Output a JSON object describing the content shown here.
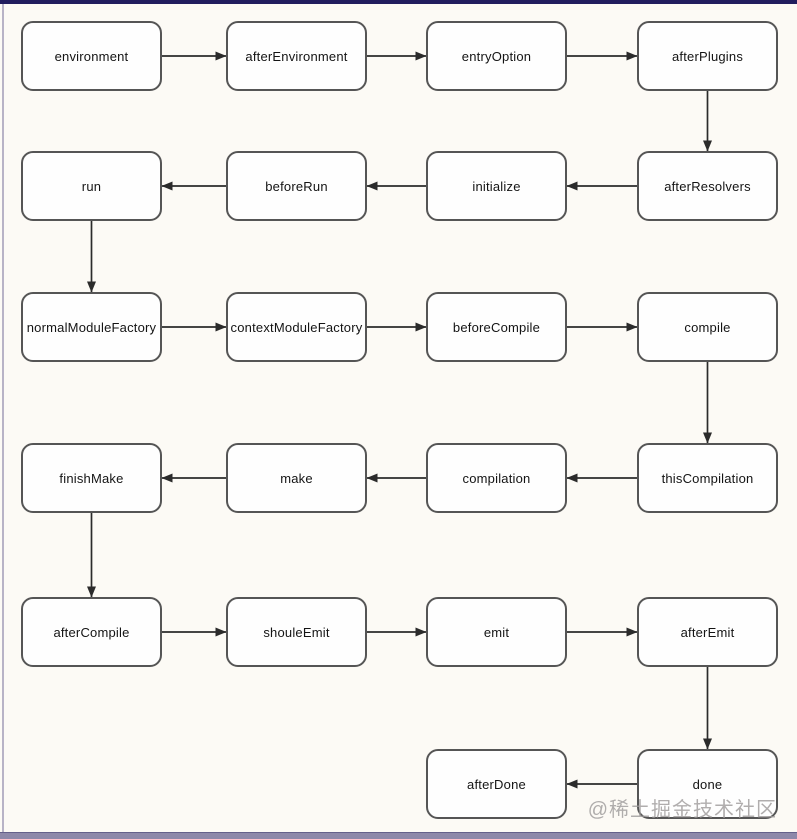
{
  "page": {
    "watermark": "@稀土掘金技术社区",
    "colors": {
      "background": "#fcfaf5",
      "top_bar": "#211d5e",
      "bottom_bar": "#8d88a9",
      "left_line": "#b8b3c6",
      "node_fill": "#fefefe",
      "node_border": "#555555",
      "edge": "#2b2b2b",
      "watermark": "#9d9a9a"
    }
  },
  "diagram": {
    "nodes": [
      {
        "id": "environment",
        "label": "environment",
        "col": 0,
        "row": 0
      },
      {
        "id": "afterEnvironment",
        "label": "afterEnvironment",
        "col": 1,
        "row": 0
      },
      {
        "id": "entryOption",
        "label": "entryOption",
        "col": 2,
        "row": 0
      },
      {
        "id": "afterPlugins",
        "label": "afterPlugins",
        "col": 3,
        "row": 0
      },
      {
        "id": "run",
        "label": "run",
        "col": 0,
        "row": 1
      },
      {
        "id": "beforeRun",
        "label": "beforeRun",
        "col": 1,
        "row": 1
      },
      {
        "id": "initialize",
        "label": "initialize",
        "col": 2,
        "row": 1
      },
      {
        "id": "afterResolvers",
        "label": "afterResolvers",
        "col": 3,
        "row": 1
      },
      {
        "id": "normalModuleFactory",
        "label": "normalModuleFactory",
        "col": 0,
        "row": 2
      },
      {
        "id": "contextModuleFactory",
        "label": "contextModuleFactory",
        "col": 1,
        "row": 2
      },
      {
        "id": "beforeCompile",
        "label": "beforeCompile",
        "col": 2,
        "row": 2
      },
      {
        "id": "compile",
        "label": "compile",
        "col": 3,
        "row": 2
      },
      {
        "id": "finishMake",
        "label": "finishMake",
        "col": 0,
        "row": 3
      },
      {
        "id": "make",
        "label": "make",
        "col": 1,
        "row": 3
      },
      {
        "id": "compilation",
        "label": "compilation",
        "col": 2,
        "row": 3
      },
      {
        "id": "thisCompilation",
        "label": "thisCompilation",
        "col": 3,
        "row": 3
      },
      {
        "id": "afterCompile",
        "label": "afterCompile",
        "col": 0,
        "row": 4
      },
      {
        "id": "shouleEmit",
        "label": "shouleEmit",
        "col": 1,
        "row": 4
      },
      {
        "id": "emit",
        "label": "emit",
        "col": 2,
        "row": 4
      },
      {
        "id": "afterEmit",
        "label": "afterEmit",
        "col": 3,
        "row": 4
      },
      {
        "id": "afterDone",
        "label": "afterDone",
        "col": 2,
        "row": 5
      },
      {
        "id": "done",
        "label": "done",
        "col": 3,
        "row": 5
      }
    ],
    "edges": [
      {
        "from": "environment",
        "to": "afterEnvironment"
      },
      {
        "from": "afterEnvironment",
        "to": "entryOption"
      },
      {
        "from": "entryOption",
        "to": "afterPlugins"
      },
      {
        "from": "afterPlugins",
        "to": "afterResolvers"
      },
      {
        "from": "afterResolvers",
        "to": "initialize"
      },
      {
        "from": "initialize",
        "to": "beforeRun"
      },
      {
        "from": "beforeRun",
        "to": "run"
      },
      {
        "from": "run",
        "to": "normalModuleFactory"
      },
      {
        "from": "normalModuleFactory",
        "to": "contextModuleFactory"
      },
      {
        "from": "contextModuleFactory",
        "to": "beforeCompile"
      },
      {
        "from": "beforeCompile",
        "to": "compile"
      },
      {
        "from": "compile",
        "to": "thisCompilation"
      },
      {
        "from": "thisCompilation",
        "to": "compilation"
      },
      {
        "from": "compilation",
        "to": "make"
      },
      {
        "from": "make",
        "to": "finishMake"
      },
      {
        "from": "finishMake",
        "to": "afterCompile"
      },
      {
        "from": "afterCompile",
        "to": "shouleEmit"
      },
      {
        "from": "shouleEmit",
        "to": "emit"
      },
      {
        "from": "emit",
        "to": "afterEmit"
      },
      {
        "from": "afterEmit",
        "to": "done"
      },
      {
        "from": "done",
        "to": "afterDone"
      }
    ]
  }
}
